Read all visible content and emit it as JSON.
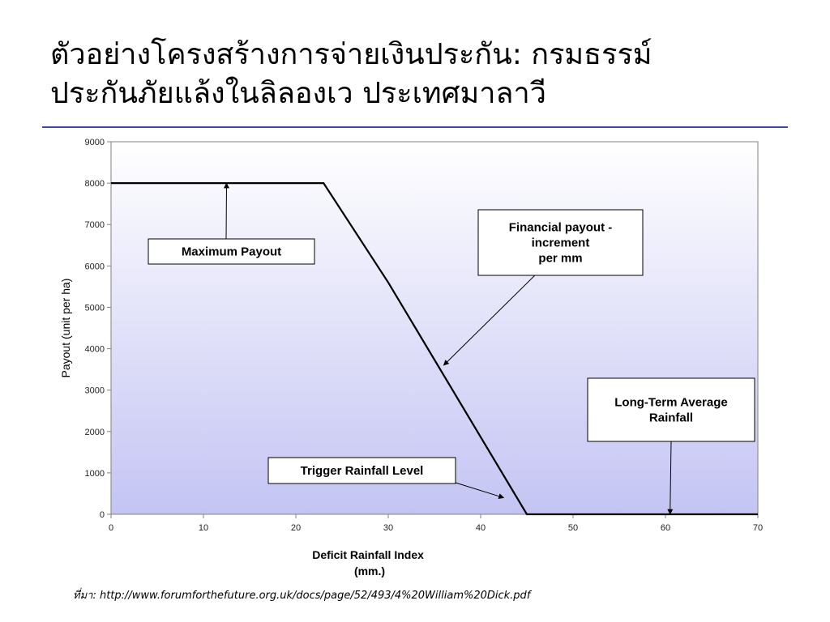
{
  "slide": {
    "title_line1": "ตัวอย่างโครงสร้างการจ่ายเงินประกัน: กรมธรรม์",
    "title_line2": "ประกันภัยแล้งในลิลองเว ประเทศมาลาวี",
    "source": "ที่มา: http://www.forumforthefuture.org.uk/docs/page/52/493/4%20William%20Dick.pdf",
    "rule_color": "#3a4aa8"
  },
  "chart_data": {
    "type": "line",
    "x": [
      0,
      10,
      23,
      30,
      45,
      70
    ],
    "series": [
      {
        "values": [
          8000,
          8000,
          8000,
          5600,
          0,
          0
        ],
        "color": "#000000"
      }
    ],
    "xlim": [
      0,
      70
    ],
    "ylim": [
      0,
      9000
    ],
    "x_ticks": [
      0,
      10,
      20,
      30,
      40,
      50,
      60,
      70
    ],
    "y_ticks": [
      0,
      1000,
      2000,
      3000,
      4000,
      5000,
      6000,
      7000,
      8000,
      9000
    ],
    "xlabel_line1": "Deficit Rainfall Index",
    "xlabel_line2": "(mm.)",
    "ylabel": "Payout (unit per ha)",
    "grid": false,
    "background_gradient": [
      "#ffffff",
      "#c4c4f4"
    ],
    "annotations": [
      {
        "id": "max",
        "lines": [
          "Maximum Payout"
        ],
        "arrow_x": 12.5,
        "arrow_y": 8000,
        "arrow_head": true
      },
      {
        "id": "increment",
        "lines": [
          "Financial payout -",
          "increment",
          "per mm"
        ],
        "arrow_x": 36,
        "arrow_y": 3600,
        "arrow_head": true
      },
      {
        "id": "average",
        "lines": [
          "Long-Term Average",
          "Rainfall"
        ],
        "arrow_x": 60.5,
        "arrow_y": 0,
        "arrow_head": true
      },
      {
        "id": "trigger",
        "lines": [
          "Trigger Rainfall Level"
        ],
        "arrow_x": 42.5,
        "arrow_y": 400,
        "arrow_head": true
      }
    ]
  }
}
